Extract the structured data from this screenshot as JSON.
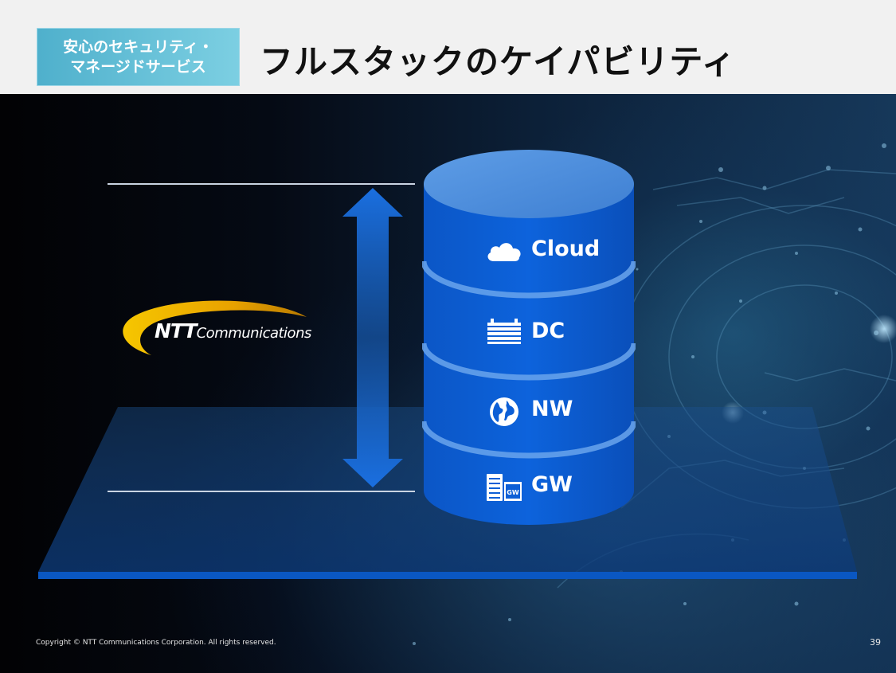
{
  "header": {
    "badge_line1": "安心のセキュリティ・",
    "badge_line2": "マネージドサービス",
    "title": "フルスタックのケイパビリティ"
  },
  "logo": {
    "ntt": "NTT",
    "communications": "Communications"
  },
  "layers": [
    {
      "label": "Cloud",
      "icon": "cloud-icon"
    },
    {
      "label": "DC",
      "icon": "datacenter-icon"
    },
    {
      "label": "NW",
      "icon": "globe-icon"
    },
    {
      "label": "GW",
      "icon": "gateway-icon",
      "icon_text": "GW"
    }
  ],
  "footer": {
    "copyright": "Copyright © NTT Communications Corporation. All rights reserved.",
    "page_number": "39"
  },
  "colors": {
    "badge": "#5bbcd6",
    "cylinder": "#0a5fd2",
    "arrow": "#1a66c9",
    "platform": "#0f3d78"
  }
}
